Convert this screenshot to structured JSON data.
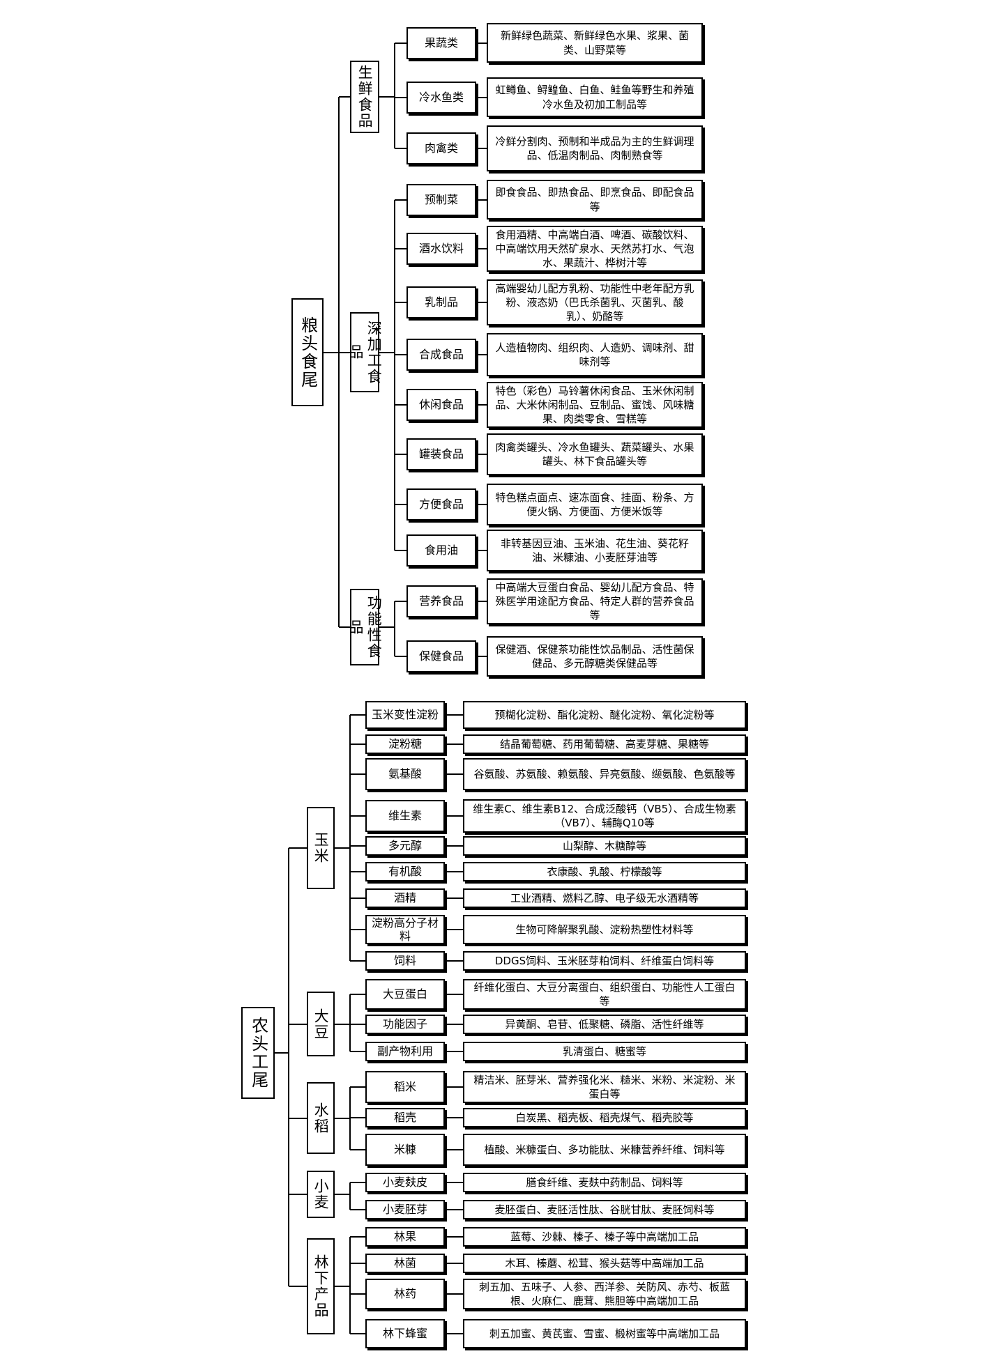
{
  "sections": [
    {
      "root": "粮头食尾",
      "groups": [
        {
          "label": "生鲜食品",
          "items": [
            {
              "name": "果蔬类",
              "desc": "新鲜绿色蔬菜、新鲜绿色水果、浆果、菌类、山野菜等"
            },
            {
              "name": "冷水鱼类",
              "desc": "虹鳟鱼、鲟鳇鱼、白鱼、鲑鱼等野生和养殖冷水鱼及初加工制品等"
            },
            {
              "name": "肉禽类",
              "desc": "冷鲜分割肉、预制和半成品为主的生鲜调理品、低温肉制品、肉制熟食等"
            }
          ]
        },
        {
          "label": "深加工食品",
          "items": [
            {
              "name": "预制菜",
              "desc": "即食食品、即热食品、即烹食品、即配食品等"
            },
            {
              "name": "酒水饮料",
              "desc": "食用酒精、中高端白酒、啤酒、碳酸饮料、中高端饮用天然矿泉水、天然苏打水、气泡水、果蔬汁、桦树汁等"
            },
            {
              "name": "乳制品",
              "desc": "高端婴幼儿配方乳粉、功能性中老年配方乳粉、液态奶（巴氏杀菌乳、灭菌乳、酸乳）、奶酪等"
            },
            {
              "name": "合成食品",
              "desc": "人造植物肉、组织肉、人造奶、调味剂、甜味剂等"
            },
            {
              "name": "休闲食品",
              "desc": "特色（彩色）马铃薯休闲食品、玉米休闲制品、大米休闲制品、豆制品、蜜饯、风味糖果、肉类零食、雪糕等"
            },
            {
              "name": "罐装食品",
              "desc": "肉禽类罐头、冷水鱼罐头、蔬菜罐头、水果罐头、林下食品罐头等"
            },
            {
              "name": "方便食品",
              "desc": "特色糕点面点、速冻面食、挂面、粉条、方便火锅、方便面、方便米饭等"
            },
            {
              "name": "食用油",
              "desc": "非转基因豆油、玉米油、花生油、葵花籽油、米糠油、小麦胚芽油等"
            }
          ]
        },
        {
          "label": "功能性食品",
          "items": [
            {
              "name": "营养食品",
              "desc": "中高端大豆蛋白食品、婴幼儿配方食品、特殊医学用途配方食品、特定人群的营养食品等"
            },
            {
              "name": "保健食品",
              "desc": "保健酒、保健茶功能性饮品制品、活性菌保健品、多元醇糖类保健品等"
            }
          ]
        }
      ]
    },
    {
      "root": "农头工尾",
      "groups": [
        {
          "label": "玉米",
          "items": [
            {
              "name": "玉米变性淀粉",
              "desc": "预糊化淀粉、酯化淀粉、醚化淀粉、氧化淀粉等"
            },
            {
              "name": "淀粉糖",
              "desc": "结晶葡萄糖、药用葡萄糖、高麦芽糖、果糖等"
            },
            {
              "name": "氨基酸",
              "desc": "谷氨酸、苏氨酸、赖氨酸、异亮氨酸、缬氨酸、色氨酸等"
            },
            {
              "name": "维生素",
              "desc": "维生素C、维生素B12、合成泛酸钙（VB5）、合成生物素（VB7）、辅酶Q10等"
            },
            {
              "name": "多元醇",
              "desc": "山梨醇、木糖醇等"
            },
            {
              "name": "有机酸",
              "desc": "衣康酸、乳酸、柠檬酸等"
            },
            {
              "name": "酒精",
              "desc": "工业酒精、燃料乙醇、电子级无水酒精等"
            },
            {
              "name": "淀粉高分子材料",
              "desc": "生物可降解聚乳酸、淀粉热塑性材料等"
            },
            {
              "name": "饲料",
              "desc": "DDGS饲料、玉米胚芽粕饲料、纤维蛋白饲料等"
            }
          ]
        },
        {
          "label": "大豆",
          "items": [
            {
              "name": "大豆蛋白",
              "desc": "纤维化蛋白、大豆分离蛋白、组织蛋白、功能性人工蛋白等"
            },
            {
              "name": "功能因子",
              "desc": "异黄酮、皂苷、低聚糖、磷脂、活性纤维等"
            },
            {
              "name": "副产物利用",
              "desc": "乳清蛋白、糖蜜等"
            }
          ]
        },
        {
          "label": "水稻",
          "items": [
            {
              "name": "稻米",
              "desc": "精洁米、胚芽米、营养强化米、糙米、米粉、米淀粉、米蛋白等"
            },
            {
              "name": "稻壳",
              "desc": "白炭黑、稻壳板、稻壳煤气、稻壳胶等"
            },
            {
              "name": "米糠",
              "desc": "植酸、米糠蛋白、多功能肽、米糠营养纤维、饲料等"
            }
          ]
        },
        {
          "label": "小麦",
          "items": [
            {
              "name": "小麦麸皮",
              "desc": "膳食纤维、麦麸中药制品、饲料等"
            },
            {
              "name": "小麦胚芽",
              "desc": "麦胚蛋白、麦胚活性肽、谷胱甘肽、麦胚饲料等"
            }
          ]
        },
        {
          "label": "林下产品",
          "items": [
            {
              "name": "林果",
              "desc": "蓝莓、沙棘、榛子、榛子等中高端加工品"
            },
            {
              "name": "林菌",
              "desc": "木耳、榛蘑、松茸、猴头菇等中高端加工品"
            },
            {
              "name": "林药",
              "desc": "刺五加、五味子、人参、西洋参、关防风、赤芍、板蓝根、火麻仁、鹿茸、熊胆等中高端加工品"
            },
            {
              "name": "林下蜂蜜",
              "desc": "刺五加蜜、黄芪蜜、雪蜜、椴树蜜等中高端加工品"
            }
          ]
        }
      ]
    }
  ]
}
